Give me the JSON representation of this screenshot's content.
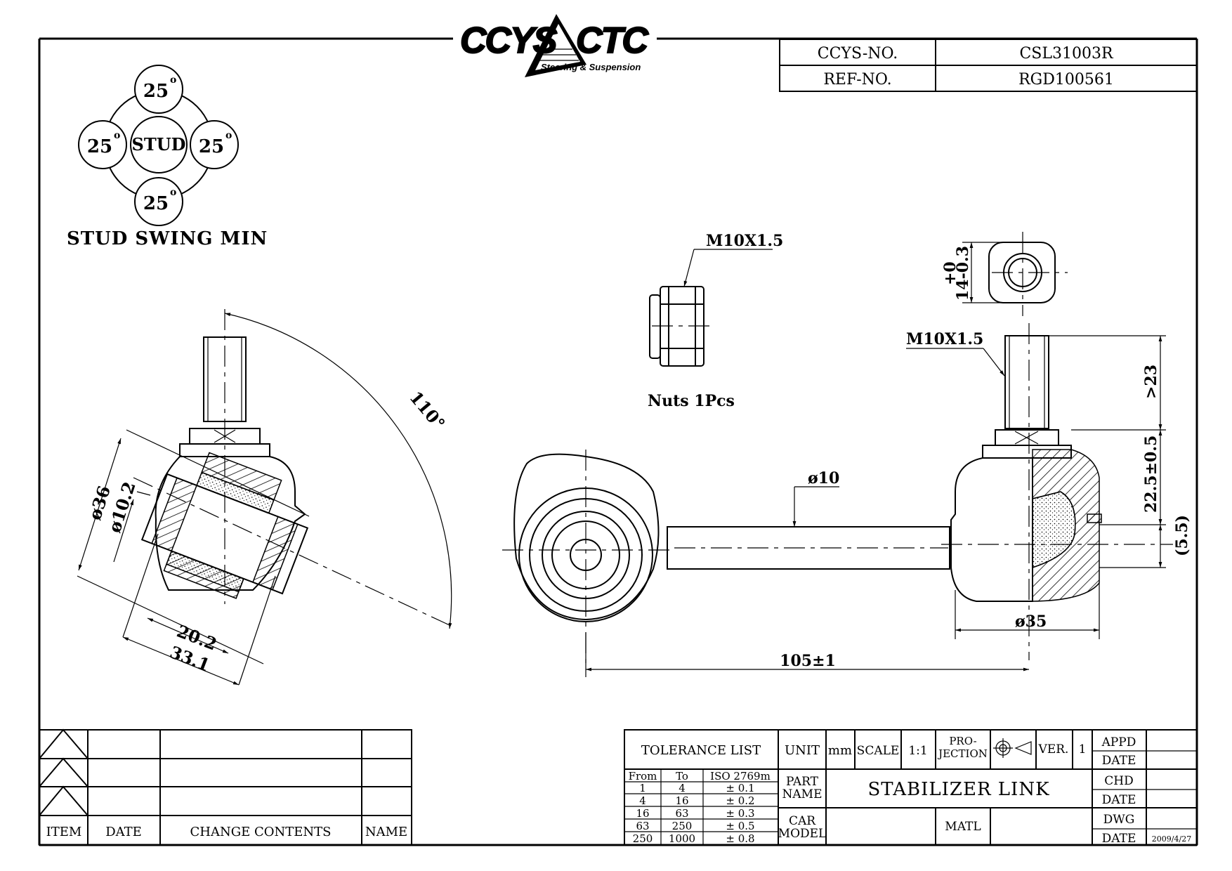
{
  "logo": {
    "left": "CCYS",
    "right": "CTC",
    "tagline": "Steering & Suspension"
  },
  "header": {
    "ccys_no_label": "CCYS-NO.",
    "ccys_no_value": "CSL31003R",
    "ref_no_label": "REF-NO.",
    "ref_no_value": "RGD100561"
  },
  "swing": {
    "angle": "25",
    "degree_mark": "o",
    "center": "STUD",
    "caption": "STUD SWING MIN"
  },
  "dims": {
    "angle_110": "110°",
    "dia36": "ø36",
    "dia10_2": "ø10.2",
    "len20_2": "20.2",
    "len33_1": "33.1",
    "thread_nut": "M10X1.5",
    "nuts_caption": "Nuts 1Pcs",
    "hex_tol_top": "+0",
    "hex_tol_bottom": "14-0.3",
    "thread_stud": "M10X1.5",
    "gt23": ">23",
    "len22_5": "22.5±0.5",
    "offset5_5": "(5.5)",
    "dia10": "ø10",
    "dia35": "ø35",
    "len105": "105±1"
  },
  "revision": {
    "headers": {
      "item": "ITEM",
      "date": "DATE",
      "change": "CHANGE CONTENTS",
      "name": "NAME"
    }
  },
  "title_block": {
    "tolerance_title": "TOLERANCE LIST",
    "tol_headers": [
      "From",
      "To",
      "ISO 2769m"
    ],
    "tol_rows": [
      [
        "1",
        "4",
        "± 0.1"
      ],
      [
        "4",
        "16",
        "± 0.2"
      ],
      [
        "16",
        "63",
        "± 0.3"
      ],
      [
        "63",
        "250",
        "± 0.5"
      ],
      [
        "250",
        "1000",
        "± 0.8"
      ]
    ],
    "unit_label": "UNIT",
    "unit_value": "mm",
    "scale_label": "SCALE",
    "scale_value": "1:1",
    "projection_label_1": "PRO-",
    "projection_label_2": "JECTION",
    "ver_label": "VER.",
    "ver_value": "1",
    "part_name_label_1": "PART",
    "part_name_label_2": "NAME",
    "part_name_value": "STABILIZER LINK",
    "car_model_label_1": "CAR",
    "car_model_label_2": "MODEL",
    "matl_label": "MATL",
    "appd_label": "APPD",
    "chd_label": "CHD",
    "dwg_label": "DWG",
    "date_label": "DATE",
    "dwg_date_value": "2009/4/27"
  }
}
